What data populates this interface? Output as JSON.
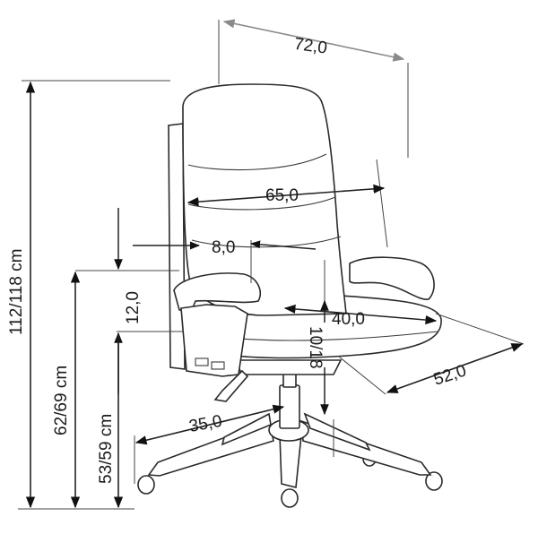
{
  "dimensions": {
    "width_top": "72,0",
    "backrest_width": "65,0",
    "lumbar_depth": "8,0",
    "armrest_height": "12,0",
    "seat_width": "40,0",
    "gas_lift": "10/18",
    "seat_depth": "52,0",
    "base_radius": "35,0",
    "total_height": "112/118 cm",
    "armrest_floor_height": "62/69 cm",
    "seat_height": "53/59 cm"
  }
}
